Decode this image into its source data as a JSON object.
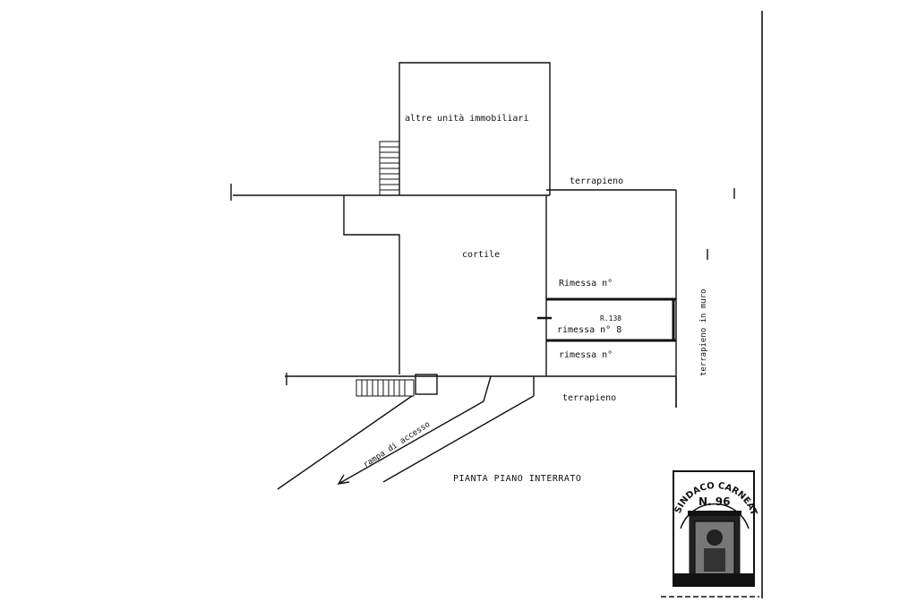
{
  "labels": {
    "altre_unita": "altre unità immobiliari",
    "terrapieno_top": "terrapieno",
    "cortile": "cortile",
    "rimessa_1": "Rimessa n°",
    "rimessa_2_small": "R.138",
    "rimessa_2": "rimessa n° 8",
    "rimessa_3": "rimessa n°",
    "terrapieno_bottom": "terrapieno",
    "terrapieno_vertical": "terrapieno in muro",
    "rampa": "rampa di accesso",
    "title": "PIANTA PIANO INTERRATO"
  },
  "stamp": {
    "top_text": "SINDACO CARNEAT",
    "number": "N. 96"
  }
}
